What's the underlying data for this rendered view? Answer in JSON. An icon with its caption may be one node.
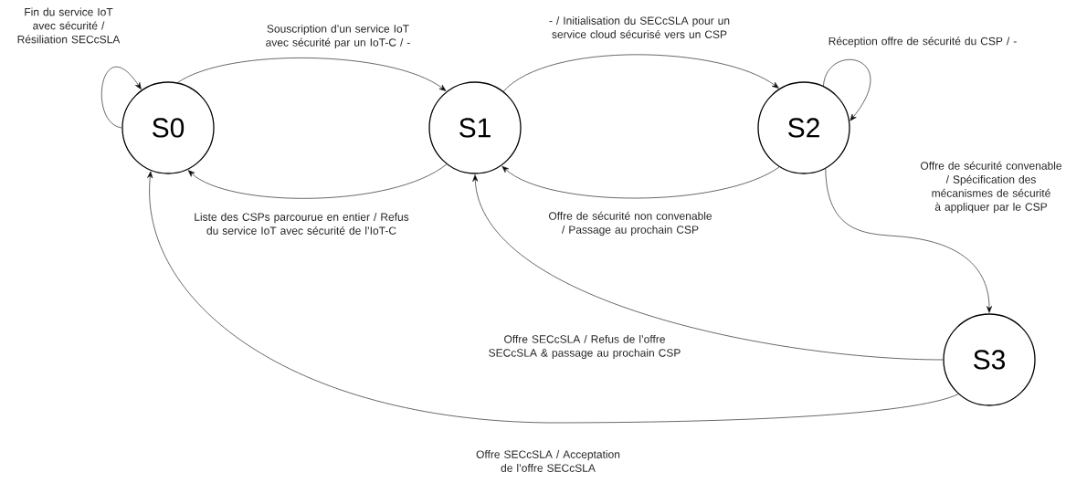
{
  "diagram": {
    "nodes": [
      {
        "text": [
          "S0"
        ]
      },
      {
        "text": [
          "S1"
        ]
      },
      {
        "text": [
          "S2"
        ]
      },
      {
        "text": [
          "S3"
        ]
      }
    ],
    "edges": [
      {
        "from": 0,
        "to": 0,
        "arrow": "to",
        "label": "Fin du service IoT avec sécurité / Résiliation SECcSLA"
      },
      {
        "from": 0,
        "to": 1,
        "arrow": "to",
        "label": "Souscription d’un service IoT avec sécurité par un IoT-C / -"
      },
      {
        "from": 1,
        "to": 2,
        "arrow": "to",
        "label": "- / Initialisation du SECcSLA pour un service cloud sécurisé vers un CSP"
      },
      {
        "from": 2,
        "to": 2,
        "arrow": "to",
        "label": "Réception offre de sécurité du CSP / -"
      },
      {
        "from": 1,
        "to": 0,
        "arrow": "to",
        "label": "Liste des CSPs parcourue en entier / Refus du service IoT avec sécurité de l’IoT-C"
      },
      {
        "from": 2,
        "to": 1,
        "arrow": "to",
        "label": "Offre de sécurité non convenable / Passage au prochain CSP"
      },
      {
        "from": 2,
        "to": 3,
        "arrow": "to",
        "label": "Offre de sécurité convenable / Spécification des mécanismes de sécurité à appliquer par le CSP"
      },
      {
        "from": 3,
        "to": 1,
        "arrow": "to",
        "label": "Offre SECcSLA / Refus de l’offre SECcSLA & passage au prochain CSP"
      },
      {
        "from": 3,
        "to": 0,
        "arrow": "to",
        "label": "Offre SECcSLA / Acceptation de l’offre SECcSLA"
      }
    ]
  }
}
